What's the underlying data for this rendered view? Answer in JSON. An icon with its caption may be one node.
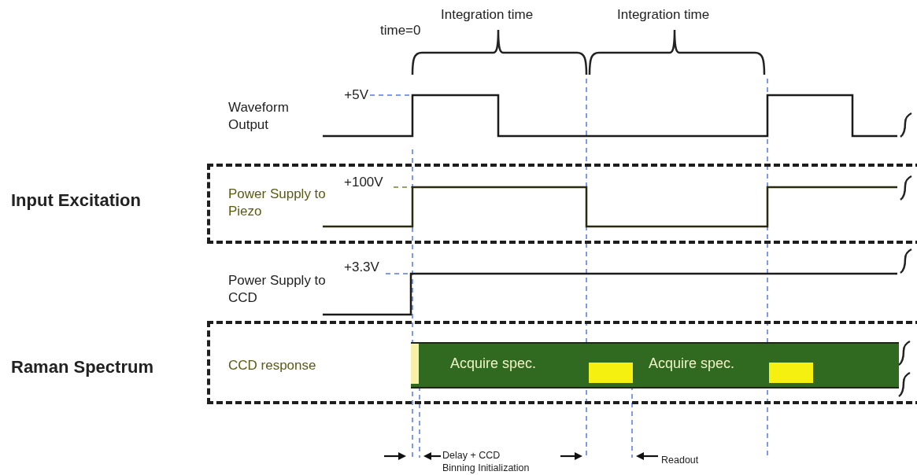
{
  "diagram": {
    "nodes": [
      {
        "text": [
          "Input Excitation",
          "Power Supply to Piezo"
        ]
      },
      {
        "text": [
          "Raman Spectrum",
          "CCD response"
        ]
      },
      {
        "text": [
          "Acquire spec.",
          "Acquire spec."
        ],
        "in": 1
      }
    ],
    "labels": [
      "Integration time",
      "Integration time",
      "time=0",
      "+5V",
      "Waveform Output",
      "+100V",
      "+3.3V",
      "Power Supply to CCD",
      "Delay + CCD Binning Initialization ~5 ms",
      "Readout"
    ]
  }
}
